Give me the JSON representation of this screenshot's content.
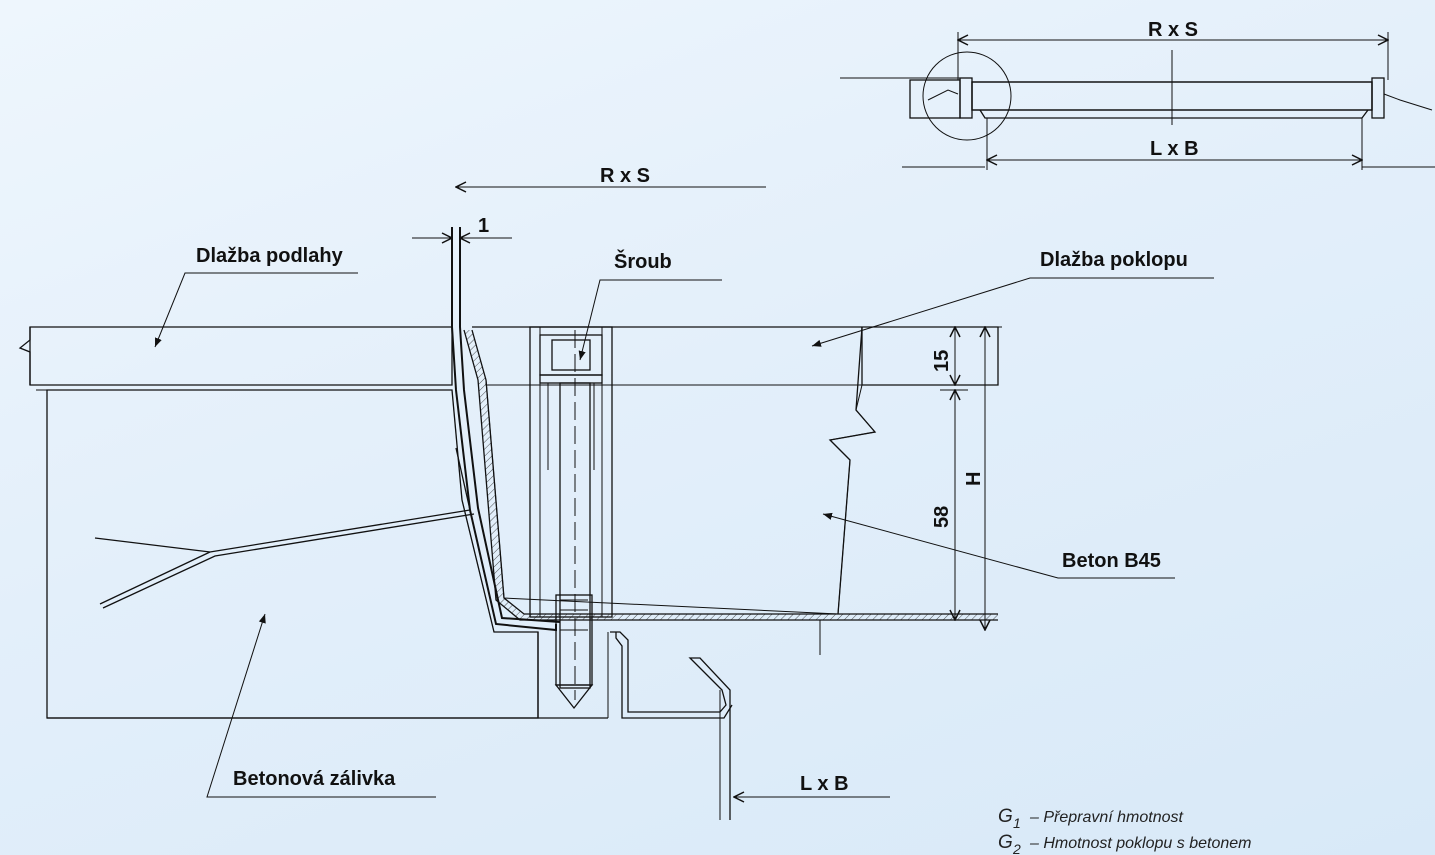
{
  "labels": {
    "floor_tiles": "Dlažba podlahy",
    "bolt": "Šroub",
    "cover_tiles": "Dlažba poklopu",
    "concrete": "Beton B45",
    "grout": "Betonová zálivka"
  },
  "dimensions": {
    "frame_outer": "R x S",
    "frame_inner": "L x B",
    "gap": "1",
    "tile_thickness": "15",
    "concrete_depth": "58",
    "height": "H"
  },
  "legend": [
    {
      "symbol": "G",
      "subscript": "1",
      "text": "– Přepravní hmotnost"
    },
    {
      "symbol": "G",
      "subscript": "2",
      "text": "– Hmotnost poklopu s betonem"
    }
  ]
}
